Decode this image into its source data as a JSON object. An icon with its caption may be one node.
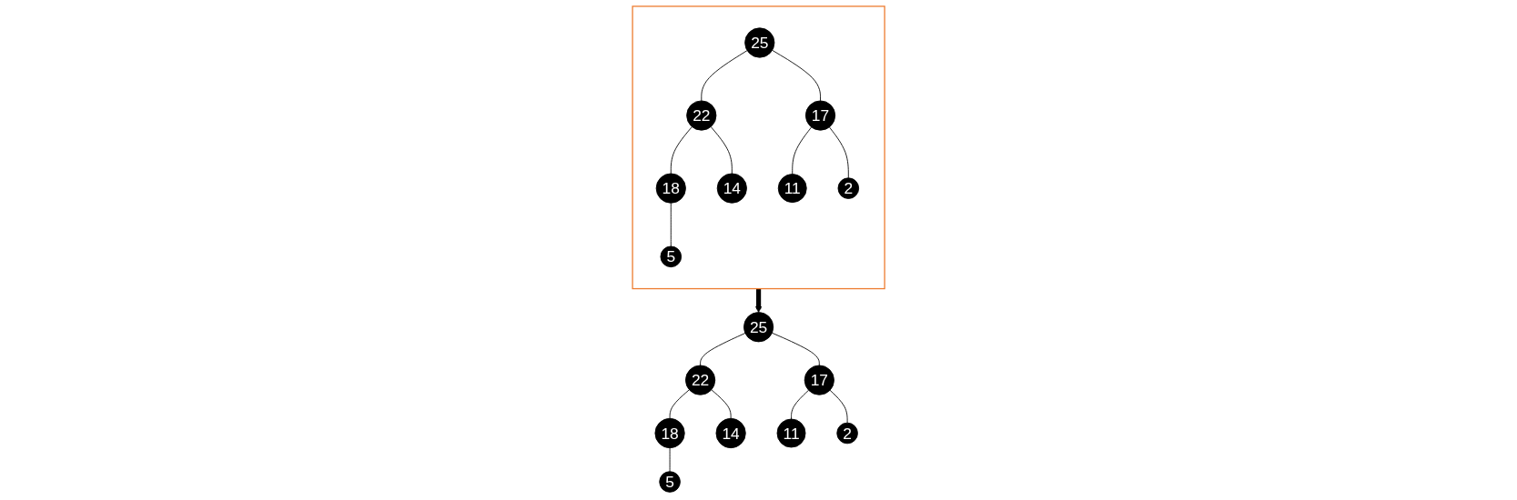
{
  "diagram": {
    "nodes": [
      {
        "text": [],
        "shape": "box"
      },
      {
        "text": [
          "25"
        ],
        "in": 0
      },
      {
        "text": [
          "22"
        ],
        "in": 0
      },
      {
        "text": [
          "17"
        ],
        "in": 0
      },
      {
        "text": [
          "18"
        ],
        "in": 0
      },
      {
        "text": [
          "14"
        ],
        "in": 0
      },
      {
        "text": [
          "11"
        ],
        "in": 0
      },
      {
        "text": [
          "2"
        ],
        "in": 0
      },
      {
        "text": [
          "5"
        ],
        "in": 0
      },
      {
        "text": [
          "25"
        ]
      },
      {
        "text": [
          "22"
        ]
      },
      {
        "text": [
          "17"
        ]
      },
      {
        "text": [
          "18"
        ]
      },
      {
        "text": [
          "14"
        ]
      },
      {
        "text": [
          "11"
        ]
      },
      {
        "text": [
          "2"
        ]
      },
      {
        "text": [
          "5"
        ]
      }
    ],
    "edges": [
      {
        "from": 1,
        "to": 2,
        "arrow": "none"
      },
      {
        "from": 1,
        "to": 3,
        "arrow": "none"
      },
      {
        "from": 2,
        "to": 4,
        "arrow": "none"
      },
      {
        "from": 2,
        "to": 5,
        "arrow": "none"
      },
      {
        "from": 3,
        "to": 6,
        "arrow": "none"
      },
      {
        "from": 3,
        "to": 7,
        "arrow": "none"
      },
      {
        "from": 4,
        "to": 8,
        "arrow": "none"
      },
      {
        "from": 0,
        "to": 9,
        "arrow": "to",
        "style": "thick"
      },
      {
        "from": 9,
        "to": 10,
        "arrow": "none"
      },
      {
        "from": 9,
        "to": 11,
        "arrow": "none"
      },
      {
        "from": 10,
        "to": 12,
        "arrow": "none"
      },
      {
        "from": 10,
        "to": 13,
        "arrow": "none"
      },
      {
        "from": 11,
        "to": 14,
        "arrow": "none"
      },
      {
        "from": 11,
        "to": 15,
        "arrow": "none"
      },
      {
        "from": 12,
        "to": 16,
        "arrow": "none"
      }
    ]
  }
}
